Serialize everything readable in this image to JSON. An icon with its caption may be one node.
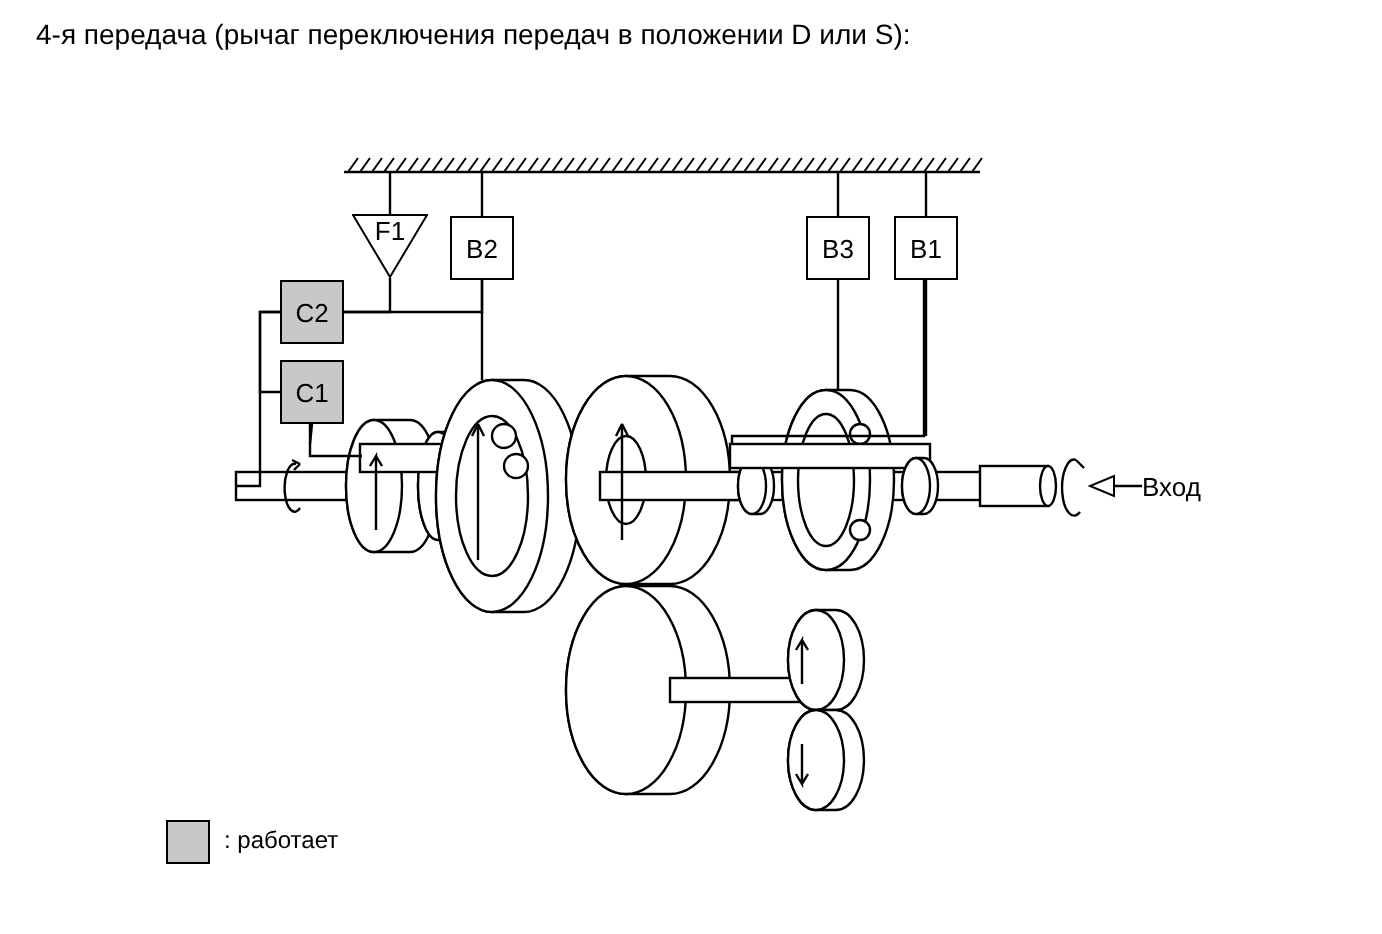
{
  "diagram": {
    "title": "4-я передача (рычаг переключения передач в положении D или S):",
    "nodes": [
      {
        "text": [
          "F1"
        ]
      },
      {
        "text": [
          "B2"
        ]
      },
      {
        "text": [
          "C2"
        ]
      },
      {
        "text": [
          "C1"
        ]
      },
      {
        "text": [
          "B3"
        ]
      },
      {
        "text": [
          "B1"
        ]
      },
      {
        "text": [
          "Вход"
        ]
      }
    ],
    "edges": [
      {
        "from": 2,
        "to": 0,
        "arrow": "none"
      },
      {
        "from": 2,
        "to": 1,
        "arrow": "none"
      },
      {
        "from": 1,
        "to": null,
        "arrow": "none"
      },
      {
        "from": 3,
        "to": 2,
        "arrow": "none"
      },
      {
        "from": 3,
        "to": null,
        "arrow": "none"
      },
      {
        "from": 2,
        "to": null,
        "arrow": "none"
      },
      {
        "from": 4,
        "to": null,
        "arrow": "none"
      },
      {
        "from": 5,
        "to": null,
        "arrow": "none"
      },
      {
        "from": 6,
        "to": null,
        "arrow": "to"
      }
    ],
    "legend": [
      {
        "text": ": работает",
        "color": "#c8c8c8"
      }
    ]
  }
}
